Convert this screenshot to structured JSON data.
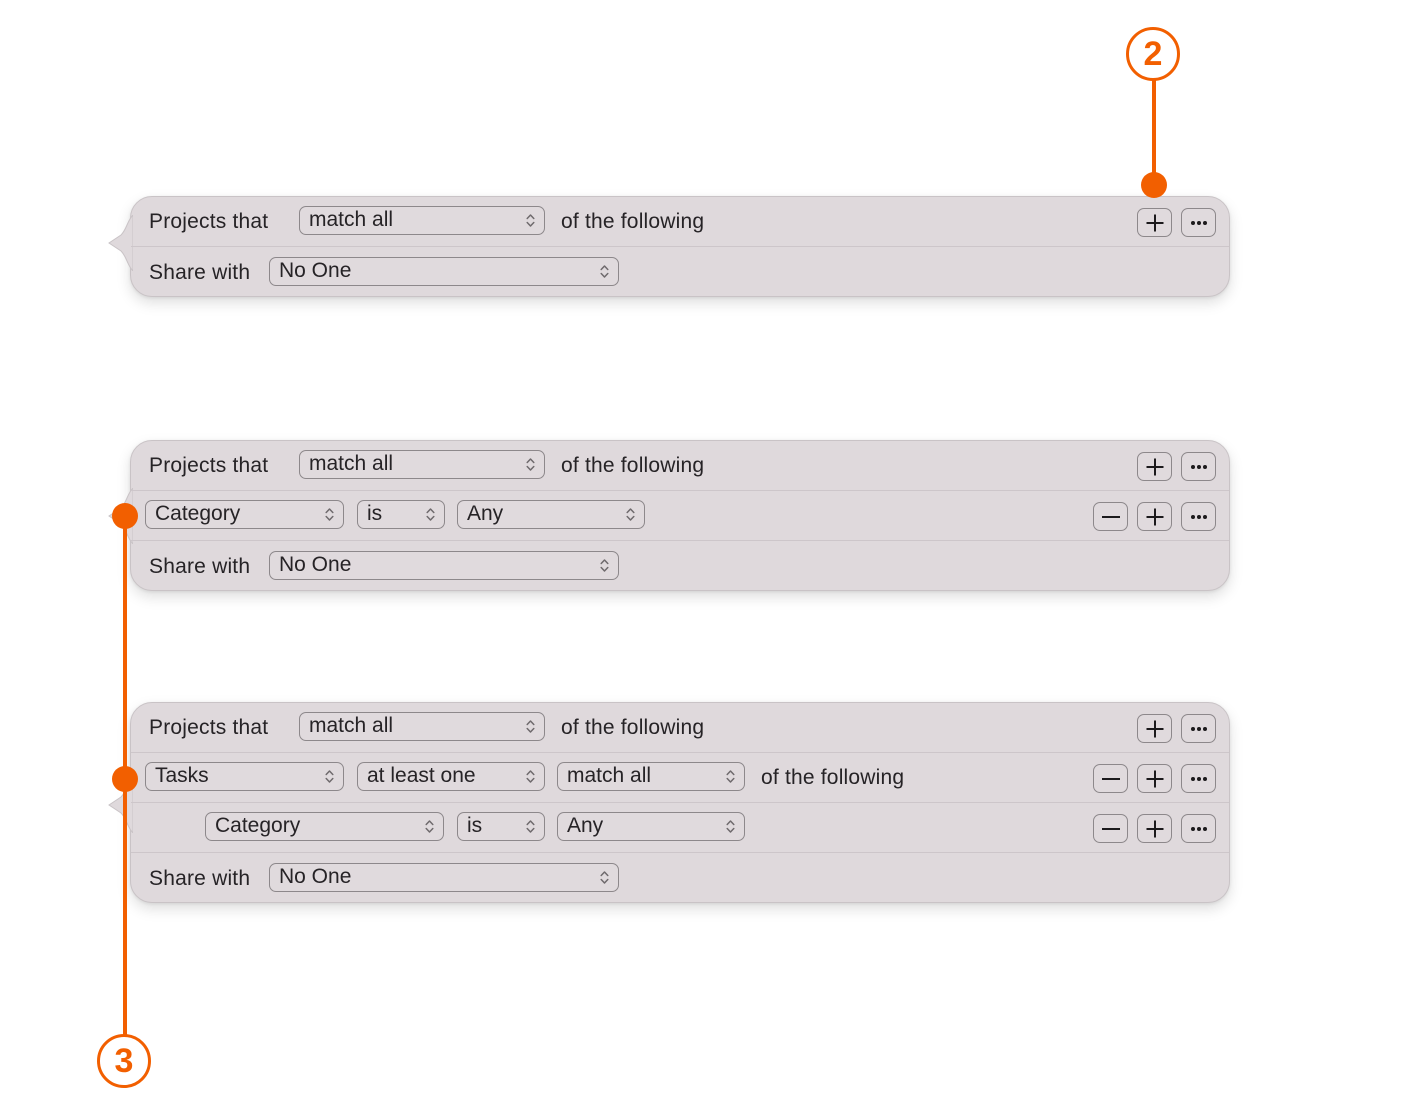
{
  "colors": {
    "accent": "#f25f00",
    "panel_bg": "#dfd9dc",
    "panel_border": "#c9c3c6",
    "control_border": "#8d888b",
    "text": "#262326"
  },
  "callouts": [
    {
      "number": "2",
      "target": "panel-1 add-rule-button"
    },
    {
      "number": "3",
      "target": "panel-2 and panel-3 rule rows"
    }
  ],
  "panels": [
    {
      "header": {
        "prefix": "Projects that",
        "match_value": "match all",
        "suffix": "of the following"
      },
      "rows": [],
      "share": {
        "label": "Share with",
        "value": "No One"
      }
    },
    {
      "header": {
        "prefix": "Projects that",
        "match_value": "match all",
        "suffix": "of the following"
      },
      "rows": [
        {
          "field": "Category",
          "operator": "is",
          "value": "Any"
        }
      ],
      "share": {
        "label": "Share with",
        "value": "No One"
      }
    },
    {
      "header": {
        "prefix": "Projects that",
        "match_value": "match all",
        "suffix": "of the following"
      },
      "rows": [
        {
          "field": "Tasks",
          "operator": "at least one",
          "value": "match all",
          "suffix": "of the following"
        },
        {
          "field": "Category",
          "operator": "is",
          "value": "Any",
          "indent": true
        }
      ],
      "share": {
        "label": "Share with",
        "value": "No One"
      }
    }
  ],
  "icons": {
    "add": "plus-icon",
    "remove": "minus-icon",
    "more": "ellipsis-icon",
    "popup": "chevron-up-down-icon"
  }
}
